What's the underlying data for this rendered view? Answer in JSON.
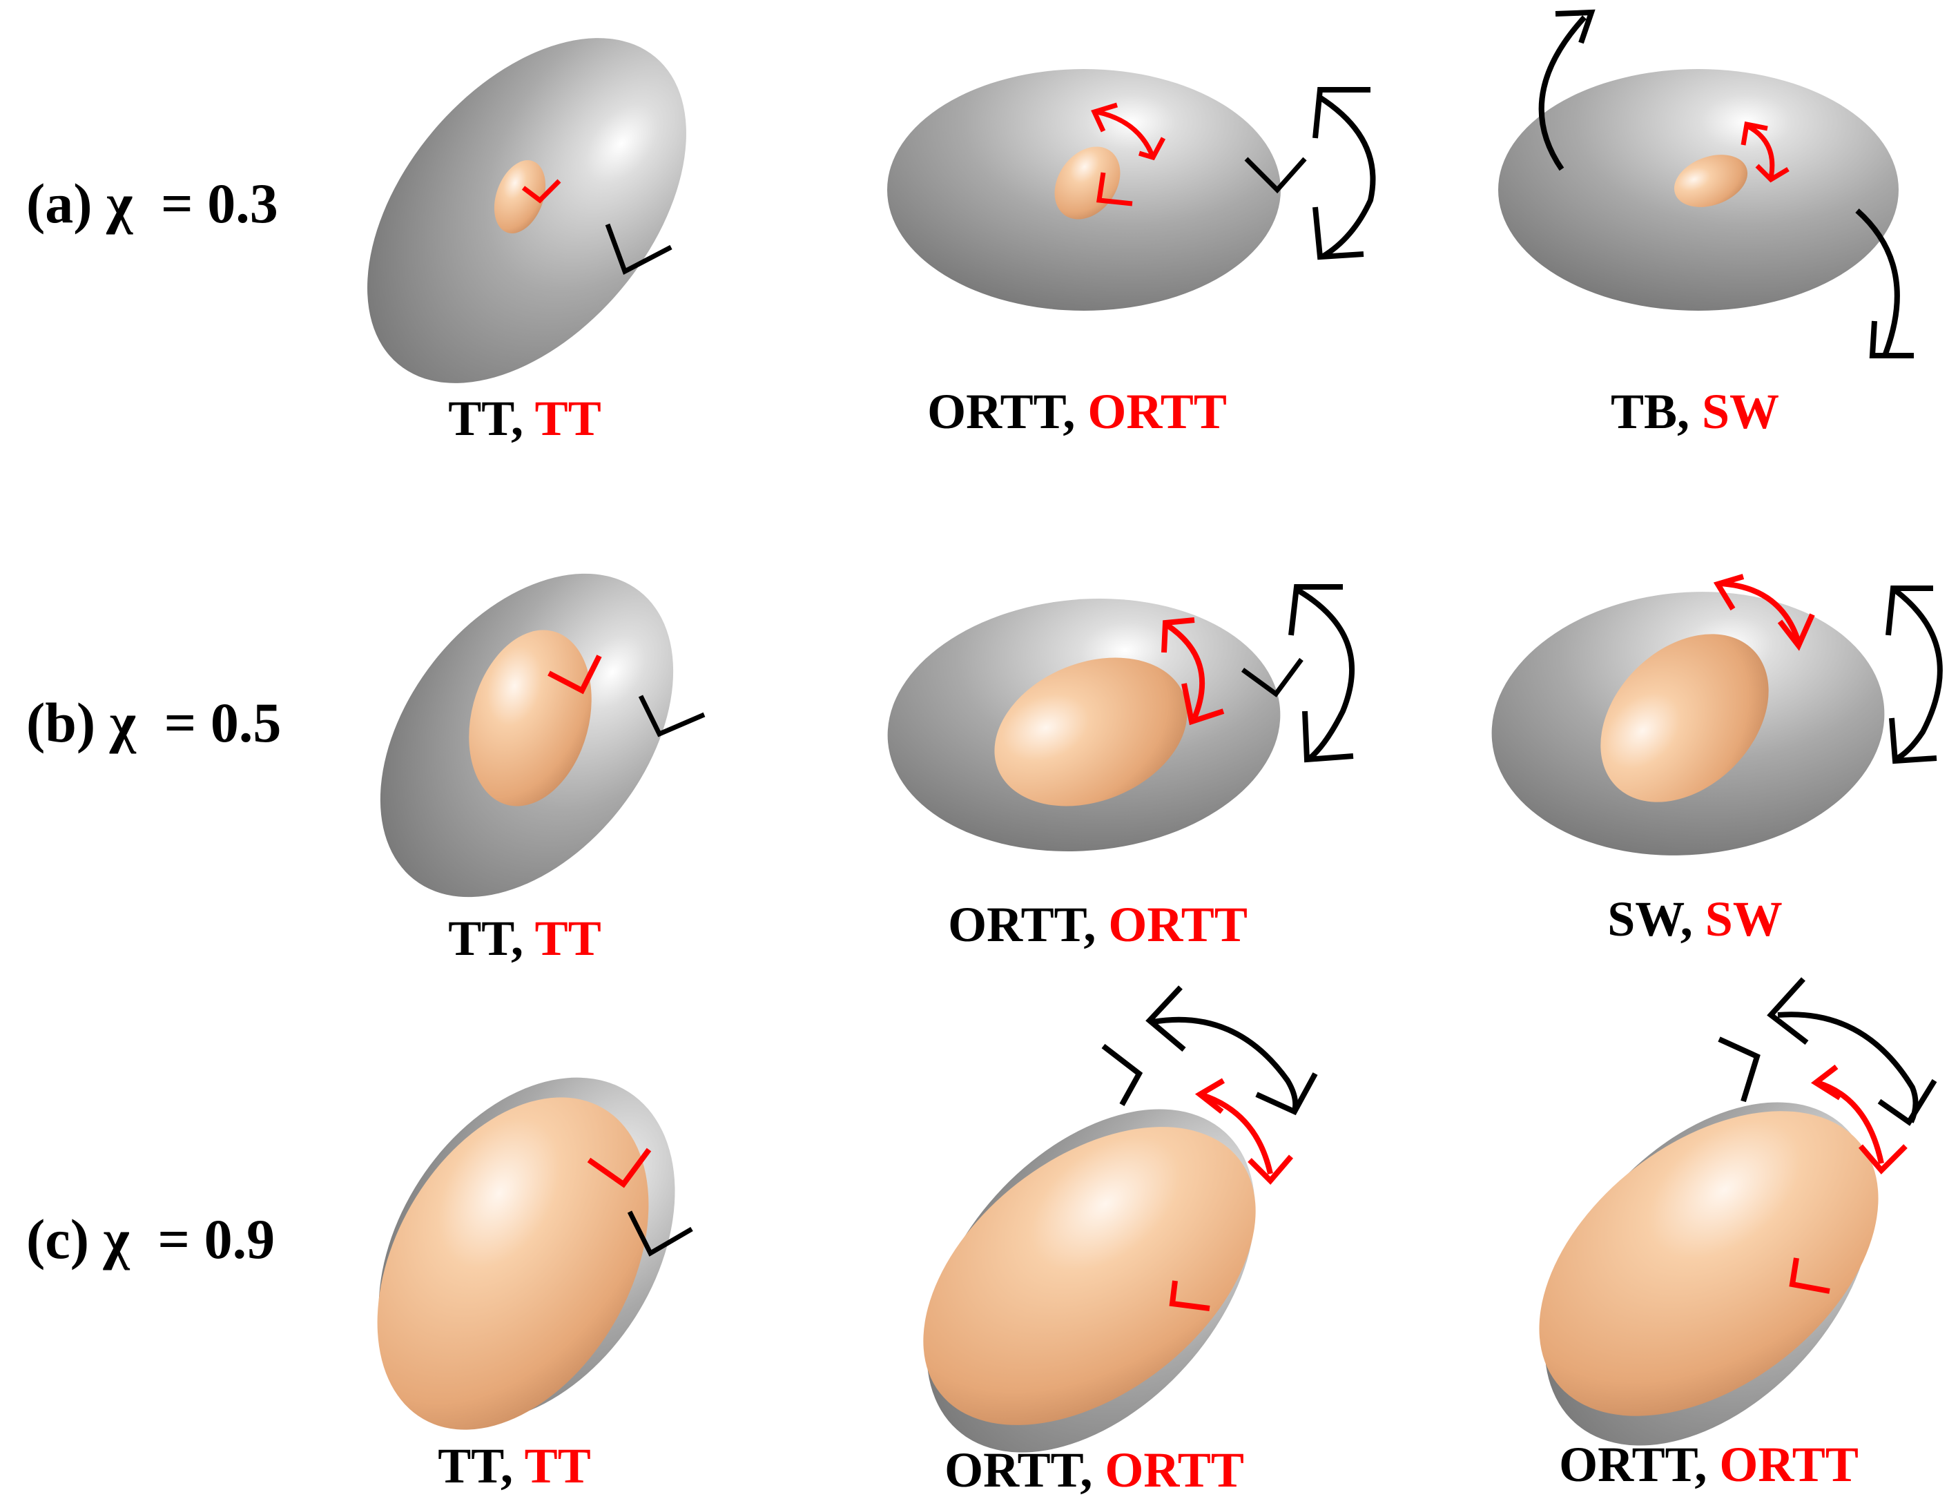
{
  "colors": {
    "outer_cell": "#9a9a9a",
    "inner_cell": "#f2b98a",
    "outer_motion": "#000000",
    "inner_motion": "#ff0000"
  },
  "rows": [
    {
      "label_prefix": "(a) χ",
      "label_value": "= 0.3",
      "panels": [
        {
          "outer_mode": "TT",
          "inner_mode": "TT"
        },
        {
          "outer_mode": "ORTT,",
          "inner_mode": "ORTT"
        },
        {
          "outer_mode": "TB,",
          "inner_mode": "SW"
        }
      ]
    },
    {
      "label_prefix": "(b) χ",
      "label_value": "= 0.5",
      "panels": [
        {
          "outer_mode": "TT,",
          "inner_mode": "TT"
        },
        {
          "outer_mode": "ORTT,",
          "inner_mode": "ORTT"
        },
        {
          "outer_mode": "SW,",
          "inner_mode": "SW"
        }
      ]
    },
    {
      "label_prefix": "(c) χ",
      "label_value": "= 0.9",
      "panels": [
        {
          "outer_mode": "TT,",
          "inner_mode": "TT"
        },
        {
          "outer_mode": "ORTT,",
          "inner_mode": "ORTT"
        },
        {
          "outer_mode": "ORTT,",
          "inner_mode": "ORTT"
        }
      ]
    }
  ]
}
